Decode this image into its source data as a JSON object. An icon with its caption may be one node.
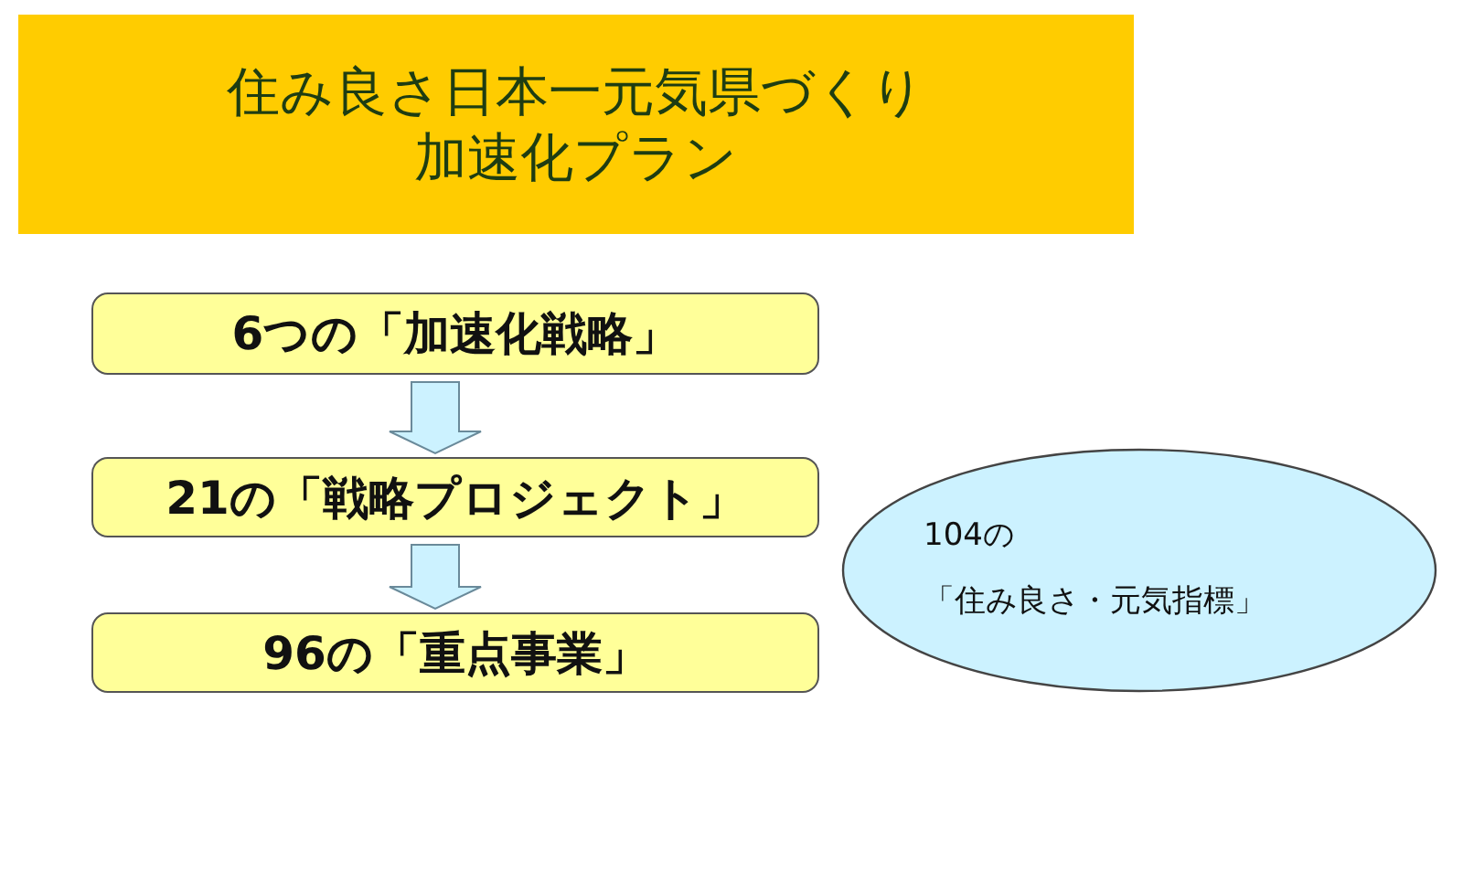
{
  "diagram": {
    "title": "住み良さ日本一元気県づくり加速化プラン",
    "nodes": [
      {
        "text": [
          "6つの「加速化戦略」"
        ]
      },
      {
        "text": [
          "21の「戦略プロジェクト」"
        ]
      },
      {
        "text": [
          "96の「重点事業」"
        ]
      },
      {
        "text": [
          "104の",
          "「住み良さ・元気指標」"
        ]
      }
    ],
    "edges": [
      {
        "from": 0,
        "to": 1,
        "arrow": "to"
      },
      {
        "from": 1,
        "to": 2,
        "arrow": "to"
      }
    ]
  }
}
